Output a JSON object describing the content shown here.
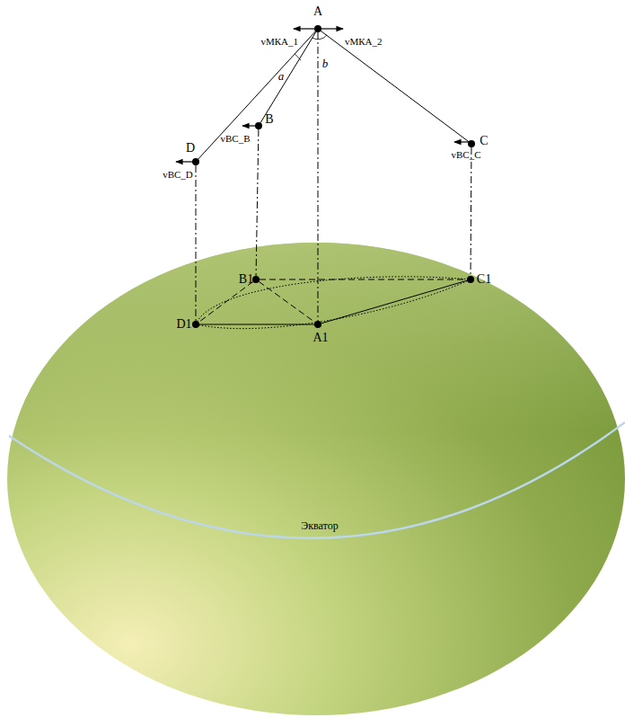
{
  "diagram": {
    "nodes": [
      {
        "text": [
          "A"
        ]
      },
      {
        "text": [
          "B"
        ]
      },
      {
        "text": [
          "C"
        ]
      },
      {
        "text": [
          "D"
        ]
      },
      {
        "text": [
          "B1"
        ]
      },
      {
        "text": [
          "C1"
        ]
      },
      {
        "text": [
          "D1"
        ]
      },
      {
        "text": [
          "A1"
        ]
      }
    ],
    "edges": [
      {
        "from": 0,
        "to": 3,
        "arrow": "none"
      },
      {
        "from": 0,
        "to": 1,
        "arrow": "none"
      },
      {
        "from": 0,
        "to": 2,
        "arrow": "none"
      },
      {
        "from": 0,
        "to": 7,
        "arrow": "none"
      },
      {
        "from": 1,
        "to": 4,
        "arrow": "none"
      },
      {
        "from": 2,
        "to": 5,
        "arrow": "none"
      },
      {
        "from": 3,
        "to": 6,
        "arrow": "none"
      },
      {
        "from": 6,
        "to": 7,
        "arrow": "none"
      },
      {
        "from": 7,
        "to": 5,
        "arrow": "none"
      },
      {
        "from": 4,
        "to": 5,
        "arrow": "none"
      },
      {
        "from": 4,
        "to": 7,
        "arrow": "none"
      },
      {
        "from": 4,
        "to": 6,
        "arrow": "none"
      }
    ],
    "labels": [
      "vМКА_1",
      "vМКА_2",
      "a",
      "b",
      "vВС_B",
      "vВС_C",
      "vВС_D",
      "Экватор"
    ]
  }
}
